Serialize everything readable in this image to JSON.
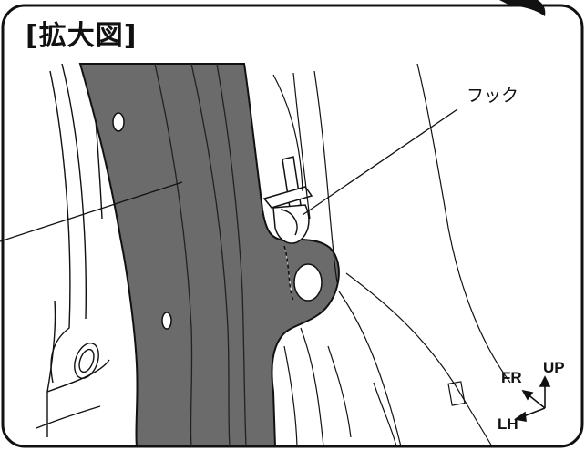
{
  "title": "[拡大図]",
  "callout_label": "フック",
  "directions": {
    "fr": "FR",
    "up": "UP",
    "lh": "LH"
  },
  "colors": {
    "part_fill": "#6b6b6b",
    "line": "#111111",
    "background": "#ffffff"
  }
}
